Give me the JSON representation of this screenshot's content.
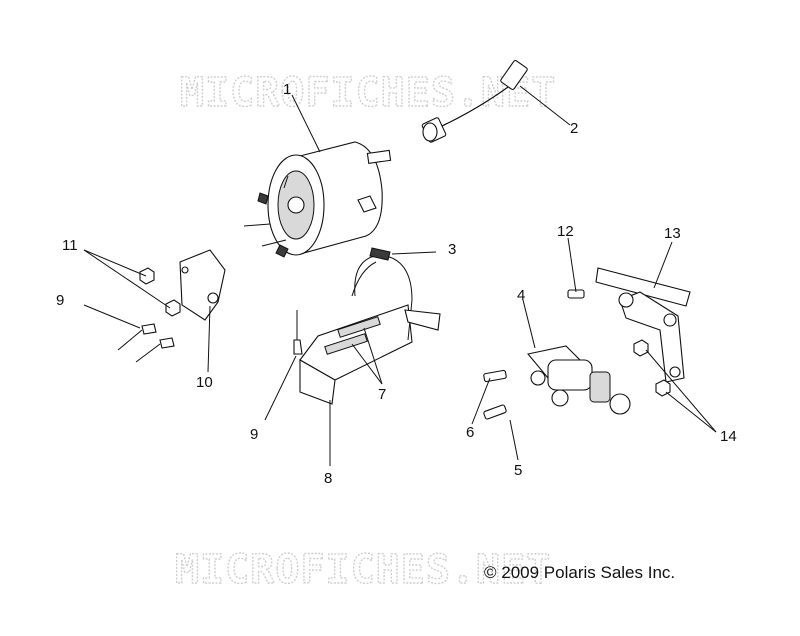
{
  "watermark": {
    "top_text": "MICROFICHES.NET",
    "bottom_text": "MICROFICHES.NET"
  },
  "copyright": "© 2009 Polaris Sales Inc.",
  "callouts": {
    "c1": "1",
    "c2": "2",
    "c3": "3",
    "c4": "4",
    "c5": "5",
    "c6": "6",
    "c7": "7",
    "c8": "8",
    "c9a": "9",
    "c9b": "9",
    "c10": "10",
    "c11": "11",
    "c12": "12",
    "c13": "13",
    "c14": "14"
  }
}
